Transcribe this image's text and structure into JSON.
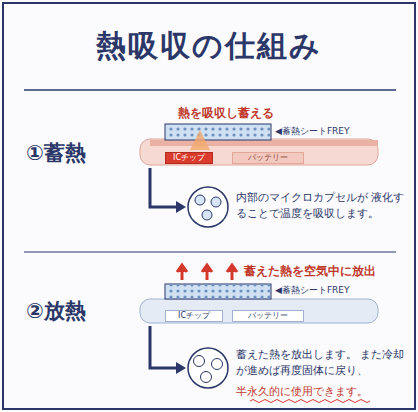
{
  "diagram": {
    "title": "熱吸収の仕組み",
    "nodes": [
      {
        "text": [
          "ICチップ"
        ]
      },
      {
        "text": [
          "バッテリー"
        ]
      },
      {
        "text": [
          "ICチップ"
        ]
      },
      {
        "text": [
          "バッテリー"
        ]
      }
    ],
    "labels": [
      "①蓄熱",
      "熱を吸収し蓄える",
      "◀蓄熱シートFREY",
      "内部のマイクロカプセルが 液化することで温度を吸収します。",
      "②放熱",
      "蓄えた熱を空気中に放出",
      "◀蓄熱シートFREY",
      "蓄えた熱を放出します。 また冷却が進めば再度固体に戻り、",
      "半永久的に使用できます。"
    ]
  }
}
